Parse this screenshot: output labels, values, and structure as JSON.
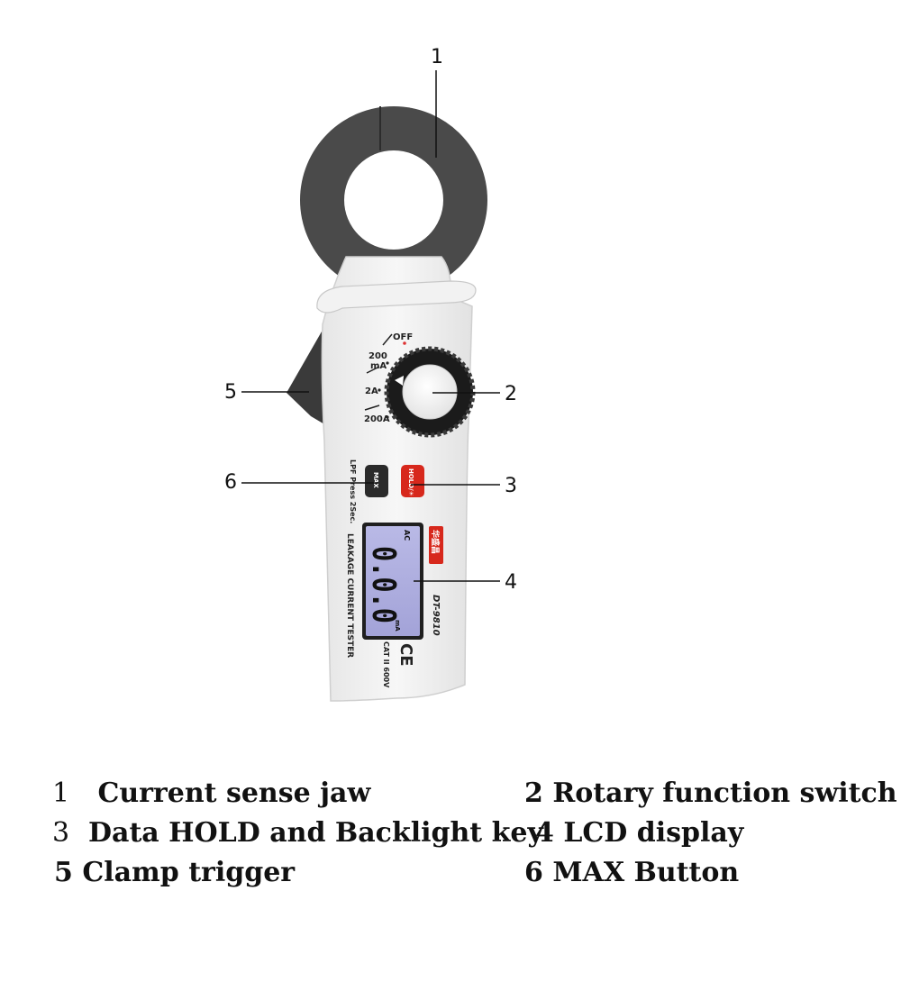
{
  "callouts": [
    {
      "num": "1",
      "target": "current-sense-jaw"
    },
    {
      "num": "2",
      "target": "rotary-function-switch"
    },
    {
      "num": "3",
      "target": "hold-backlight-key"
    },
    {
      "num": "4",
      "target": "lcd-display"
    },
    {
      "num": "5",
      "target": "clamp-trigger"
    },
    {
      "num": "6",
      "target": "max-button"
    }
  ],
  "device": {
    "dial": {
      "off": "OFF",
      "ma200_top": "200",
      "ma200_unit": "mA",
      "a2": "2A",
      "a200": "200A"
    },
    "hold_button": "HOLD/☀",
    "max_button": "MAX",
    "lpf_note": "LPF Press 2Sec.",
    "product_name": "LEAKAGE CURRENT TESTER",
    "model": "DT-9810",
    "brand": "华盛昌",
    "lcd": {
      "mode": "AC",
      "reading": "0.0.0",
      "unit": "mA"
    },
    "ce_mark": "CE",
    "safety_rating": "CAT II 600V"
  },
  "legend": [
    {
      "num": "1",
      "text": "Current sense jaw"
    },
    {
      "num": "2",
      "text": "Rotary function switch"
    },
    {
      "num": "3",
      "text": "Data HOLD and Backlight key"
    },
    {
      "num": "4",
      "text": "LCD display"
    },
    {
      "num": "5",
      "text": "Clamp trigger"
    },
    {
      "num": "6",
      "text": "MAX Button"
    }
  ]
}
